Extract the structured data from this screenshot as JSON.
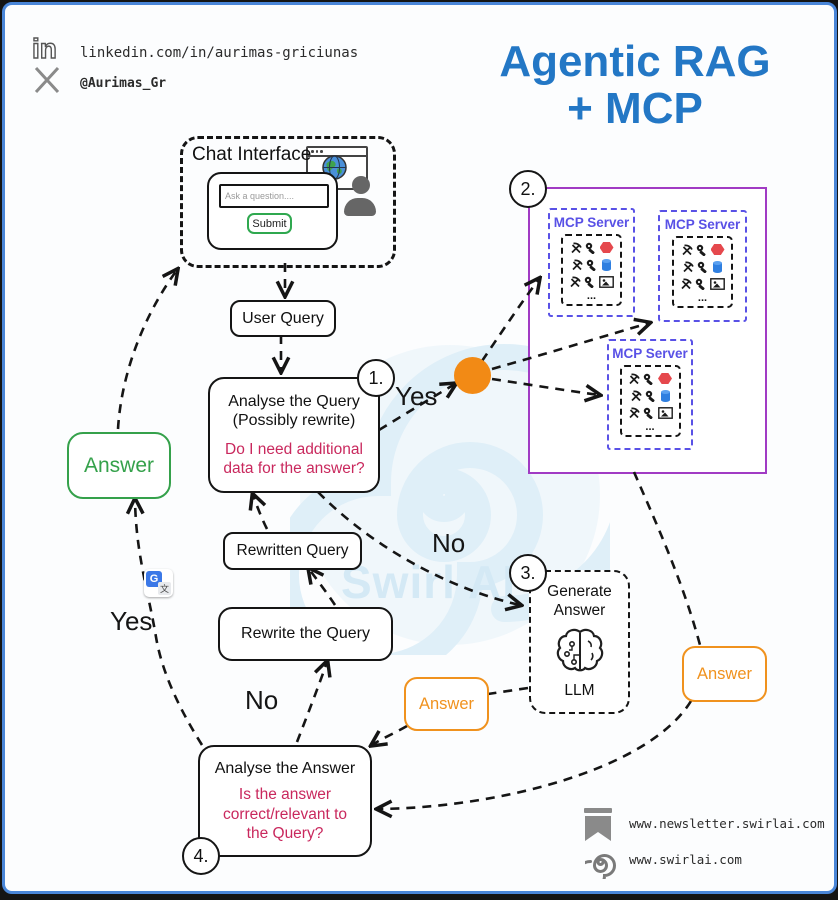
{
  "colors": {
    "title_blue": "#2377C5",
    "purple": "#A13BC4",
    "indigo": "#5951E6",
    "green": "#35A14B",
    "orange": "#F0921E",
    "orange_dot": "#F28A15",
    "red_text": "#C9285D",
    "frame_blue": "#4a86d8"
  },
  "header": {
    "linkedin": "linkedin.com/in/aurimas-griciunas",
    "x": "@Aurimas_Gr"
  },
  "title": {
    "line1": "Agentic RAG",
    "line2": "+ MCP"
  },
  "chat": {
    "label": "Chat Interface",
    "placeholder": "Ask a question....",
    "submit": "Submit"
  },
  "nodes": {
    "user_query": "User Query",
    "analyse_query": {
      "l1": "Analyse the Query",
      "l2": "(Possibly rewrite)",
      "q1": "Do I need additional",
      "q2": "data for the answer?"
    },
    "rewritten_query": "Rewritten Query",
    "rewrite_query": "Rewrite the Query",
    "generate": {
      "l1": "Generate",
      "l2": "Answer",
      "llm": "LLM"
    },
    "analyse_answer": {
      "title": "Analyse the Answer",
      "q1": "Is the answer",
      "q2": "correct/relevant to",
      "q3": "the Query?"
    }
  },
  "answers": {
    "green": "Answer",
    "left": "Answer",
    "right": "Answer"
  },
  "badges": {
    "one": "1.",
    "two": "2.",
    "three": "3.",
    "four": "4."
  },
  "labels": {
    "yes_top": "Yes",
    "no_mid": "No",
    "yes_left": "Yes",
    "no_bottom": "No"
  },
  "mcp": {
    "label": "MCP Server",
    "more": "..."
  },
  "watermark": "Swirl AI",
  "footer": {
    "newsletter": "www.newsletter.swirlai.com",
    "site": "www.swirlai.com"
  }
}
